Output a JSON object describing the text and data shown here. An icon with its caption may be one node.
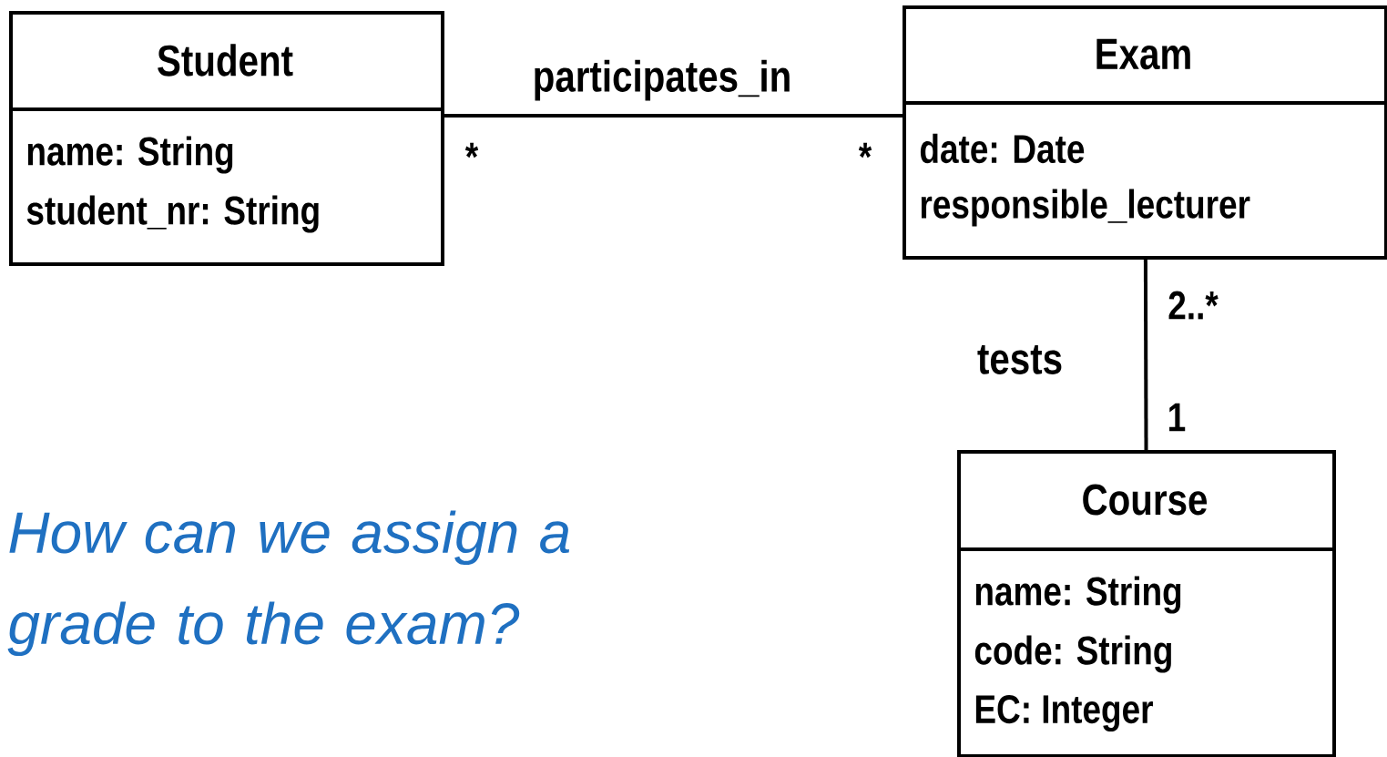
{
  "diagram": {
    "nodes": [
      {
        "text": [
          "Student",
          "name: String",
          "student_nr: String"
        ]
      },
      {
        "text": [
          "Exam",
          "date: Date",
          "responsible_lecturer"
        ]
      },
      {
        "text": [
          "Course",
          "name: String",
          "code: String",
          "EC: Integer"
        ]
      }
    ],
    "edges": [
      {
        "from": 0,
        "to": 1,
        "arrow": "none",
        "label": "participates_in"
      },
      {
        "from": 1,
        "to": 2,
        "arrow": "none",
        "label": "tests"
      }
    ],
    "labels": [
      "*",
      "*",
      "2..*",
      "1",
      "How can we assign a grade to the exam?"
    ]
  }
}
